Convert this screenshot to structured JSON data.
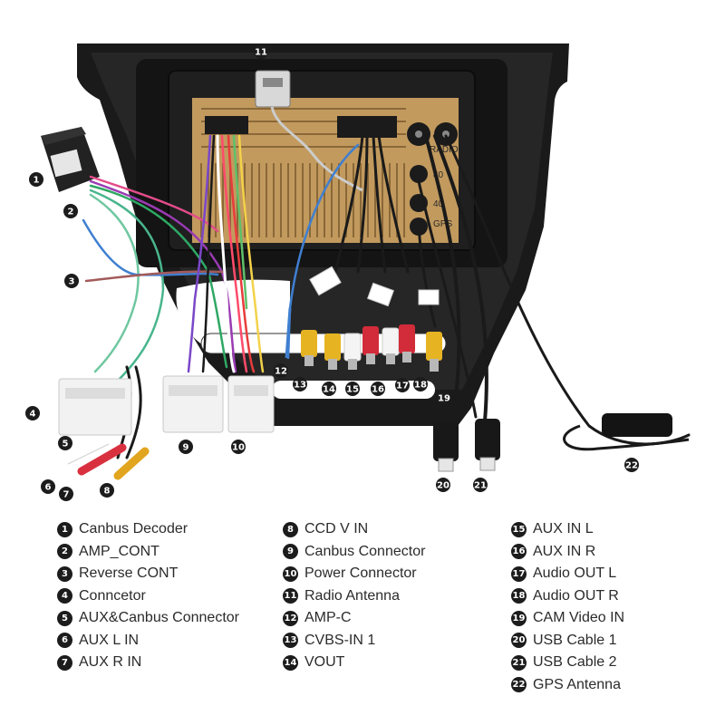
{
  "panel_labels": {
    "radio": "RADIO",
    "plug1": "40",
    "plug2": "40",
    "gps": "GPS"
  },
  "callouts": [
    {
      "num": "1",
      "label": "Canbus Decoder"
    },
    {
      "num": "2",
      "label": "AMP_CONT"
    },
    {
      "num": "3",
      "label": "Reverse CONT"
    },
    {
      "num": "4",
      "label": "Conncetor"
    },
    {
      "num": "5",
      "label": "AUX&Canbus Connector"
    },
    {
      "num": "6",
      "label": "AUX L IN"
    },
    {
      "num": "7",
      "label": "AUX R IN"
    },
    {
      "num": "8",
      "label": "CCD V IN"
    },
    {
      "num": "9",
      "label": "Canbus Connector"
    },
    {
      "num": "10",
      "label": "Power Connector"
    },
    {
      "num": "11",
      "label": "Radio Antenna"
    },
    {
      "num": "12",
      "label": "AMP-C"
    },
    {
      "num": "13",
      "label": "CVBS-IN 1"
    },
    {
      "num": "14",
      "label": "VOUT"
    },
    {
      "num": "15",
      "label": "AUX IN L"
    },
    {
      "num": "16",
      "label": "AUX IN R"
    },
    {
      "num": "17",
      "label": "Audio OUT L"
    },
    {
      "num": "18",
      "label": "Audio OUT R"
    },
    {
      "num": "19",
      "label": "CAM Video IN"
    },
    {
      "num": "20",
      "label": "USB Cable 1"
    },
    {
      "num": "21",
      "label": "USB Cable 2"
    },
    {
      "num": "22",
      "label": "GPS Antenna"
    }
  ]
}
